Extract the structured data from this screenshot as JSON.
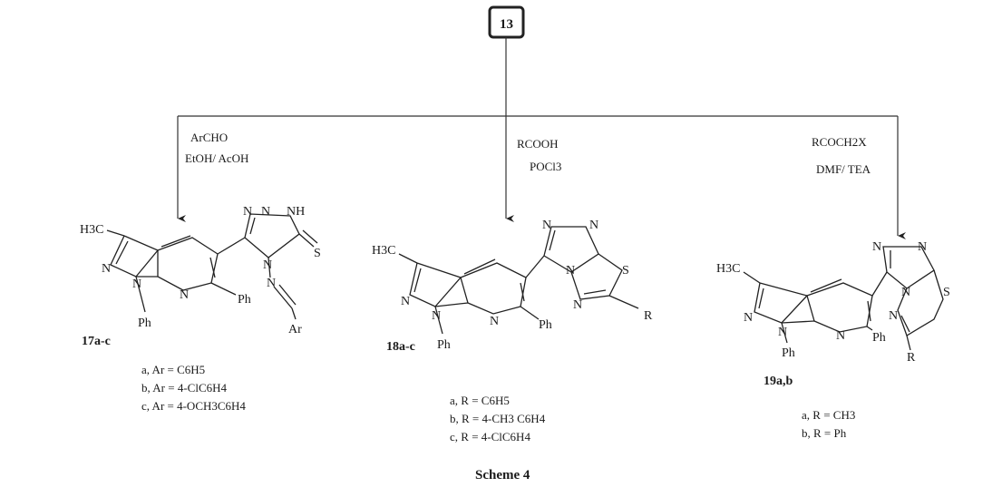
{
  "start_compound": "13",
  "caption": "Scheme 4",
  "branches": [
    {
      "reagents": [
        "ArCHO",
        "EtOH/ AcOH"
      ],
      "product_label": "17a-c",
      "atoms": {
        "methyl": "H3C",
        "n1": "N",
        "n2": "N",
        "n_py": "N",
        "ph_n": "Ph",
        "ph_c": "Ph",
        "tri_n1": "N",
        "tri_n2": "N",
        "tri_nh": "NH",
        "tri_n4": "N",
        "thione_s": "S",
        "imine_n": "N",
        "aryl": "Ar"
      },
      "variants": [
        "a, Ar = C6H5",
        "b, Ar = 4-ClC6H4",
        "c, Ar = 4-OCH3C6H4"
      ]
    },
    {
      "reagents": [
        "RCOOH",
        "POCl3"
      ],
      "product_label": "18a-c",
      "atoms": {
        "methyl": "H3C",
        "n1": "N",
        "n2": "N",
        "n_py": "N",
        "ph_n": "Ph",
        "ph_c": "Ph",
        "tri_n1": "N",
        "tri_n2": "N",
        "tri_n3": "N",
        "thia_n": "N",
        "thia_s": "S",
        "r": "R"
      },
      "variants": [
        "a, R = C6H5",
        "b, R = 4-CH3 C6H4",
        "c, R = 4-ClC6H4"
      ]
    },
    {
      "reagents": [
        "RCOCH2X",
        "DMF/ TEA"
      ],
      "product_label": "19a,b",
      "atoms": {
        "methyl": "H3C",
        "n1": "N",
        "n2": "N",
        "n_py": "N",
        "ph_n": "Ph",
        "ph_c": "Ph",
        "tri_n1": "N",
        "tri_n2": "N",
        "tri_n3": "N",
        "thiad_n": "N",
        "thiad_s": "S",
        "r": "R"
      },
      "variants": [
        "a, R = CH3",
        "b, R = Ph"
      ]
    }
  ]
}
